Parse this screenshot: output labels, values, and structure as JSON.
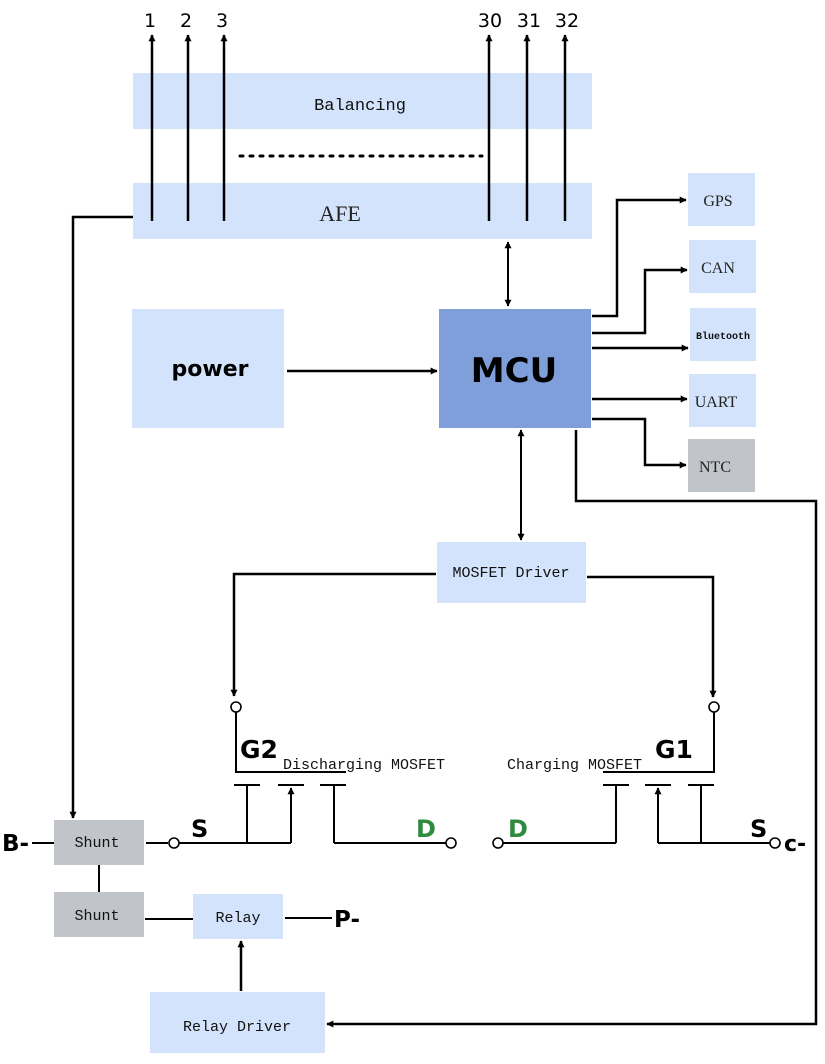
{
  "diagram": {
    "title": "BMS Block Diagram",
    "cell_taps": [
      "1",
      "2",
      "3",
      "30",
      "31",
      "32"
    ],
    "blocks": {
      "balancing": "Balancing",
      "afe": "AFE",
      "power": "power",
      "mcu": "MCU",
      "gps": "GPS",
      "can": "CAN",
      "bluetooth": "Bluetooth",
      "uart": "UART",
      "ntc": "NTC",
      "mosfet_driver": "MOSFET Driver",
      "shunt_top": "Shunt",
      "shunt_bottom": "Shunt",
      "relay": "Relay",
      "relay_driver": "Relay Driver"
    },
    "mosfets": {
      "discharging": {
        "label": "Discharging MOSFET",
        "gate": "G2",
        "source": "S",
        "drain": "D"
      },
      "charging": {
        "label": "Charging MOSFET",
        "gate": "G1",
        "source": "S",
        "drain": "D"
      }
    },
    "terminals": {
      "b_minus": "B-",
      "c_minus": "C-",
      "p_minus": "P-"
    },
    "colors": {
      "light_block": "#d3e3fb",
      "mcu_block": "#7f9fdb",
      "gray_block": "#c1c4c8",
      "drain_label": "#2e8b3e"
    }
  }
}
